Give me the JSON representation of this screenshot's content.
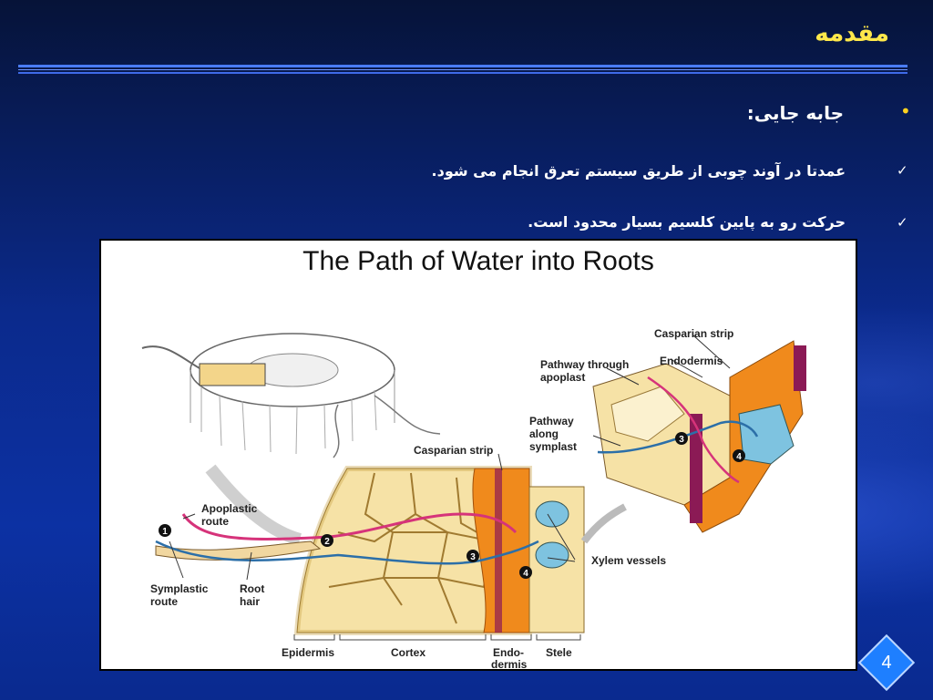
{
  "slide": {
    "title": "مقدمه",
    "bullet": "جابه جایی:",
    "points": [
      "عمدتا در آوند چوبی از طریق سیستم تعرق انجام می شود.",
      "حرکت رو به پایین کلسیم بسیار محدود است."
    ],
    "page_number": "4"
  },
  "figure": {
    "title": "The Path of Water into Roots",
    "labels": {
      "casparian_top": "Casparian strip",
      "endodermis": "Endodermis",
      "pathway_apoplast_1": "Pathway through",
      "pathway_apoplast_2": "apoplast",
      "pathway_symplast_1": "Pathway",
      "pathway_symplast_2": "along",
      "pathway_symplast_3": "symplast",
      "casparian_mid": "Casparian strip",
      "apoplastic_1": "Apoplastic",
      "apoplastic_2": "route",
      "symplastic_1": "Symplastic",
      "symplastic_2": "route",
      "root_hair_1": "Root",
      "root_hair_2": "hair",
      "xylem": "Xylem vessels",
      "epidermis": "Epidermis",
      "cortex": "Cortex",
      "endo_1": "Endo-",
      "endo_2": "dermis",
      "stele": "Stele"
    },
    "markers": [
      "1",
      "2",
      "3",
      "4",
      "3",
      "4"
    ]
  },
  "colors": {
    "title": "#ffe84a",
    "bullet": "#ffd21f",
    "apoplast_route": "#d6337a",
    "symplast_route": "#2c6fa8",
    "cell_fill": "#f6e2a6",
    "endodermis": "#f08a1c",
    "xylem": "#7ec3e0"
  }
}
